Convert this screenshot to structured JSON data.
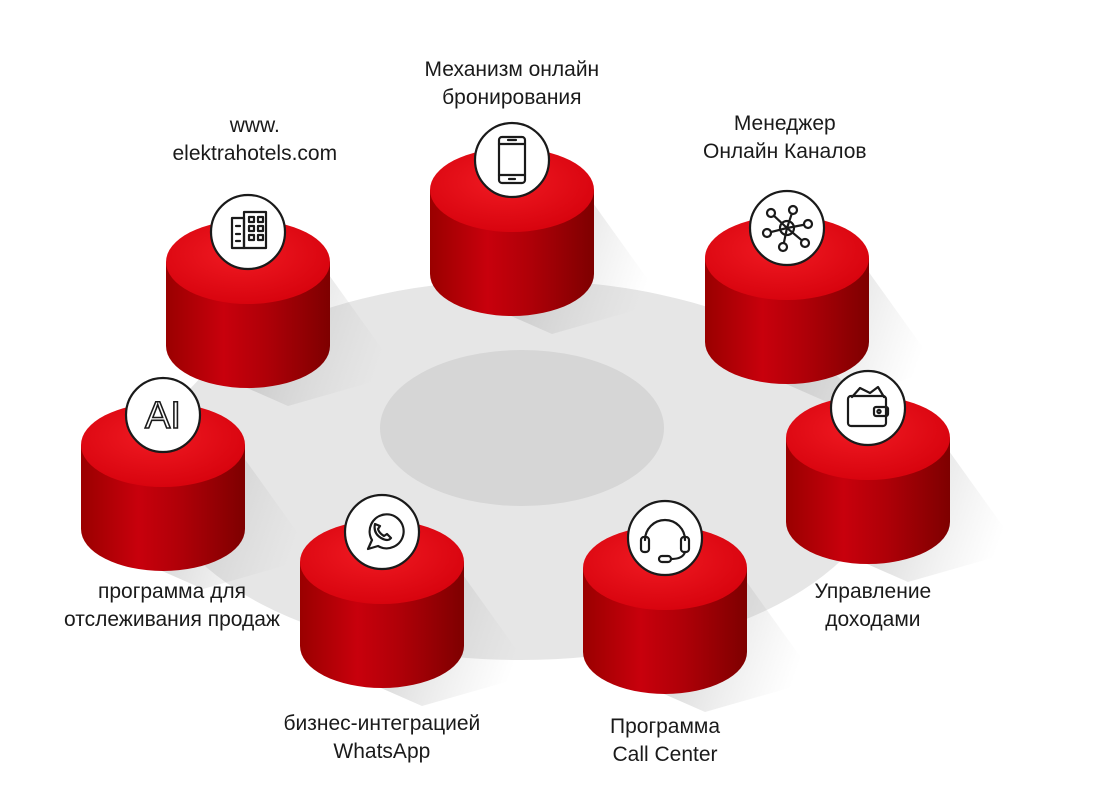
{
  "colors": {
    "accent": "#e30613",
    "accent_dark": "#8e0000",
    "platform": "#e6e6e6",
    "platform_center": "#d6d6d6",
    "icon_stroke": "#1a1a1a"
  },
  "nodes": [
    {
      "id": "website",
      "icon": "building-icon",
      "label": [
        "www.",
        "elektrahotels.com"
      ]
    },
    {
      "id": "booking-engine",
      "icon": "smartphone-icon",
      "label": [
        "Механизм онлайн",
        "бронирования"
      ]
    },
    {
      "id": "channel-manager",
      "icon": "network-icon",
      "label": [
        "Менеджер",
        "Онлайн Каналов"
      ]
    },
    {
      "id": "revenue-management",
      "icon": "wallet-icon",
      "label": [
        "Управление",
        "доходами"
      ]
    },
    {
      "id": "call-center",
      "icon": "headset-icon",
      "label": [
        "Программа",
        "Call Center"
      ]
    },
    {
      "id": "whatsapp",
      "icon": "whatsapp-icon",
      "label": [
        "бизнес-интеграцией",
        "WhatsApp"
      ]
    },
    {
      "id": "sales-tracking",
      "icon": "ai-icon",
      "icon_text": "AI",
      "label": [
        "программа для",
        "отслеживания продаж"
      ]
    }
  ]
}
